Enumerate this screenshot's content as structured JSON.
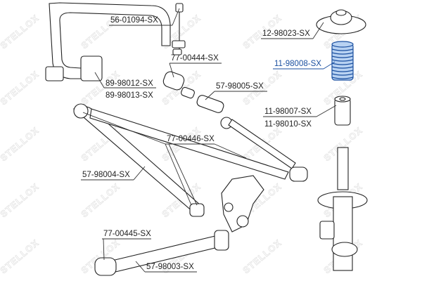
{
  "watermark": "STELLOX",
  "highlight_color": "#1a4fa0",
  "parts": [
    {
      "id": "56-01094-SX"
    },
    {
      "id": "12-98023-SX"
    },
    {
      "id": "11-98008-SX",
      "highlighted": true
    },
    {
      "id": "77-00444-SX"
    },
    {
      "id": "89-98012-SX"
    },
    {
      "id": "89-98013-SX"
    },
    {
      "id": "57-98005-SX"
    },
    {
      "id": "11-98007-SX"
    },
    {
      "id": "11-98010-SX"
    },
    {
      "id": "77-00446-SX"
    },
    {
      "id": "57-98004-SX"
    },
    {
      "id": "77-00445-SX"
    },
    {
      "id": "57-98003-SX"
    }
  ]
}
